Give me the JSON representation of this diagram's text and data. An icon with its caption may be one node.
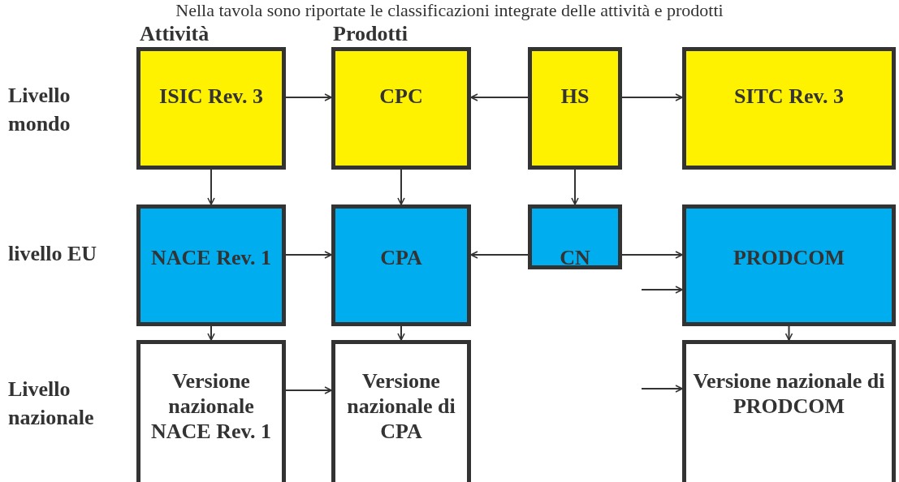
{
  "diagram": {
    "title": "Nella tavola sono riportate le classificazioni integrate delle attività e prodotti",
    "nodes": [
      {
        "text": [
          "ISIC Rev. 3"
        ]
      },
      {
        "text": [
          "CPC"
        ]
      },
      {
        "text": [
          "HS"
        ]
      },
      {
        "text": [
          "SITC Rev. 3"
        ]
      },
      {
        "text": [
          "NACE Rev. 1"
        ]
      },
      {
        "text": [
          "CPA"
        ]
      },
      {
        "text": [
          "CN"
        ]
      },
      {
        "text": [
          "PRODCOM"
        ]
      },
      {
        "text": [
          "Versione nazionale NACE Rev. 1"
        ]
      },
      {
        "text": [
          "Versione nazionale di CPA"
        ]
      },
      {
        "text": [
          "Versione nazionale di PRODCOM"
        ]
      }
    ],
    "edges": [
      {
        "from": 0,
        "to": 1,
        "arrow": "to"
      },
      {
        "from": 2,
        "to": 1,
        "arrow": "to"
      },
      {
        "from": 2,
        "to": 3,
        "arrow": "to"
      },
      {
        "from": 0,
        "to": 4,
        "arrow": "to"
      },
      {
        "from": 1,
        "to": 5,
        "arrow": "to"
      },
      {
        "from": 2,
        "to": 6,
        "arrow": "to"
      },
      {
        "from": 4,
        "to": 5,
        "arrow": "to"
      },
      {
        "from": 6,
        "to": 5,
        "arrow": "to"
      },
      {
        "from": 6,
        "to": 7,
        "arrow": "to"
      },
      {
        "from": null,
        "to": 7,
        "arrow": "to"
      },
      {
        "from": 4,
        "to": 8,
        "arrow": "to"
      },
      {
        "from": 5,
        "to": 9,
        "arrow": "to"
      },
      {
        "from": 7,
        "to": 10,
        "arrow": "to"
      },
      {
        "from": 8,
        "to": 9,
        "arrow": "to"
      },
      {
        "from": null,
        "to": 10,
        "arrow": "to"
      }
    ],
    "labels": [
      "Attività",
      "Prodotti",
      "Livello mondo",
      "livello EU",
      "Livello nazionale"
    ]
  }
}
